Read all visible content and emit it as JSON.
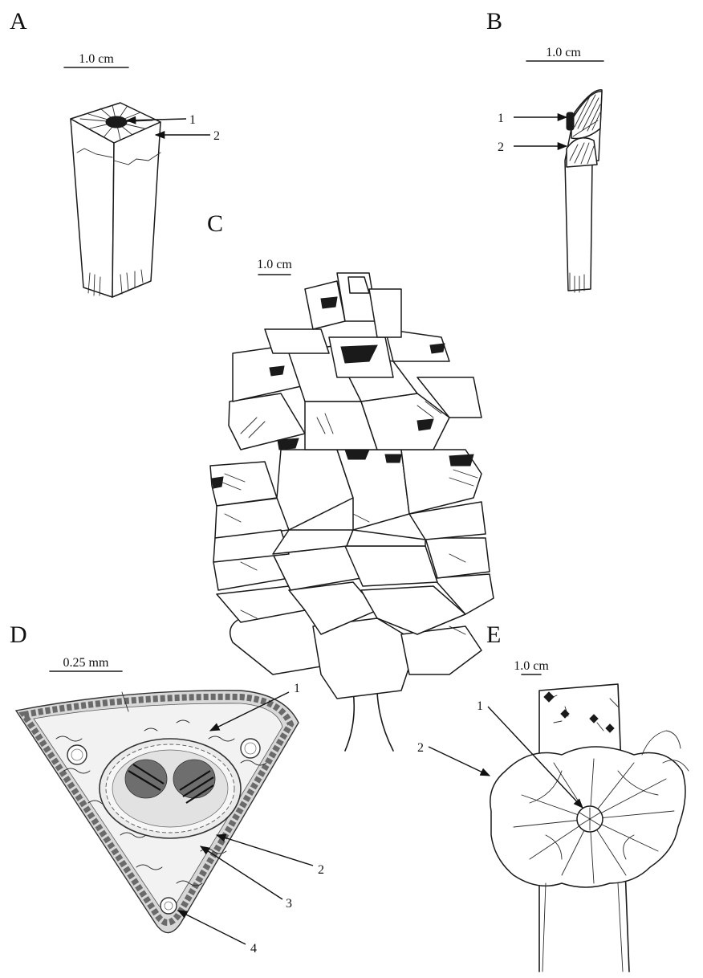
{
  "panels": {
    "A": {
      "letter": "A",
      "scale": "1.0 cm",
      "callouts": [
        "1",
        "2"
      ]
    },
    "B": {
      "letter": "B",
      "scale": "1.0 cm",
      "callouts": [
        "1",
        "2"
      ]
    },
    "C": {
      "letter": "C",
      "scale": "1.0 cm"
    },
    "D": {
      "letter": "D",
      "scale": "0.25 mm",
      "callouts": [
        "1",
        "2",
        "3",
        "4"
      ]
    },
    "E": {
      "letter": "E",
      "scale": "1.0 cm",
      "callouts": [
        "1",
        "2"
      ]
    }
  },
  "colors": {
    "ink": "#1a1a1a",
    "cell_dark": "#9a9a9a",
    "background": "#ffffff"
  }
}
